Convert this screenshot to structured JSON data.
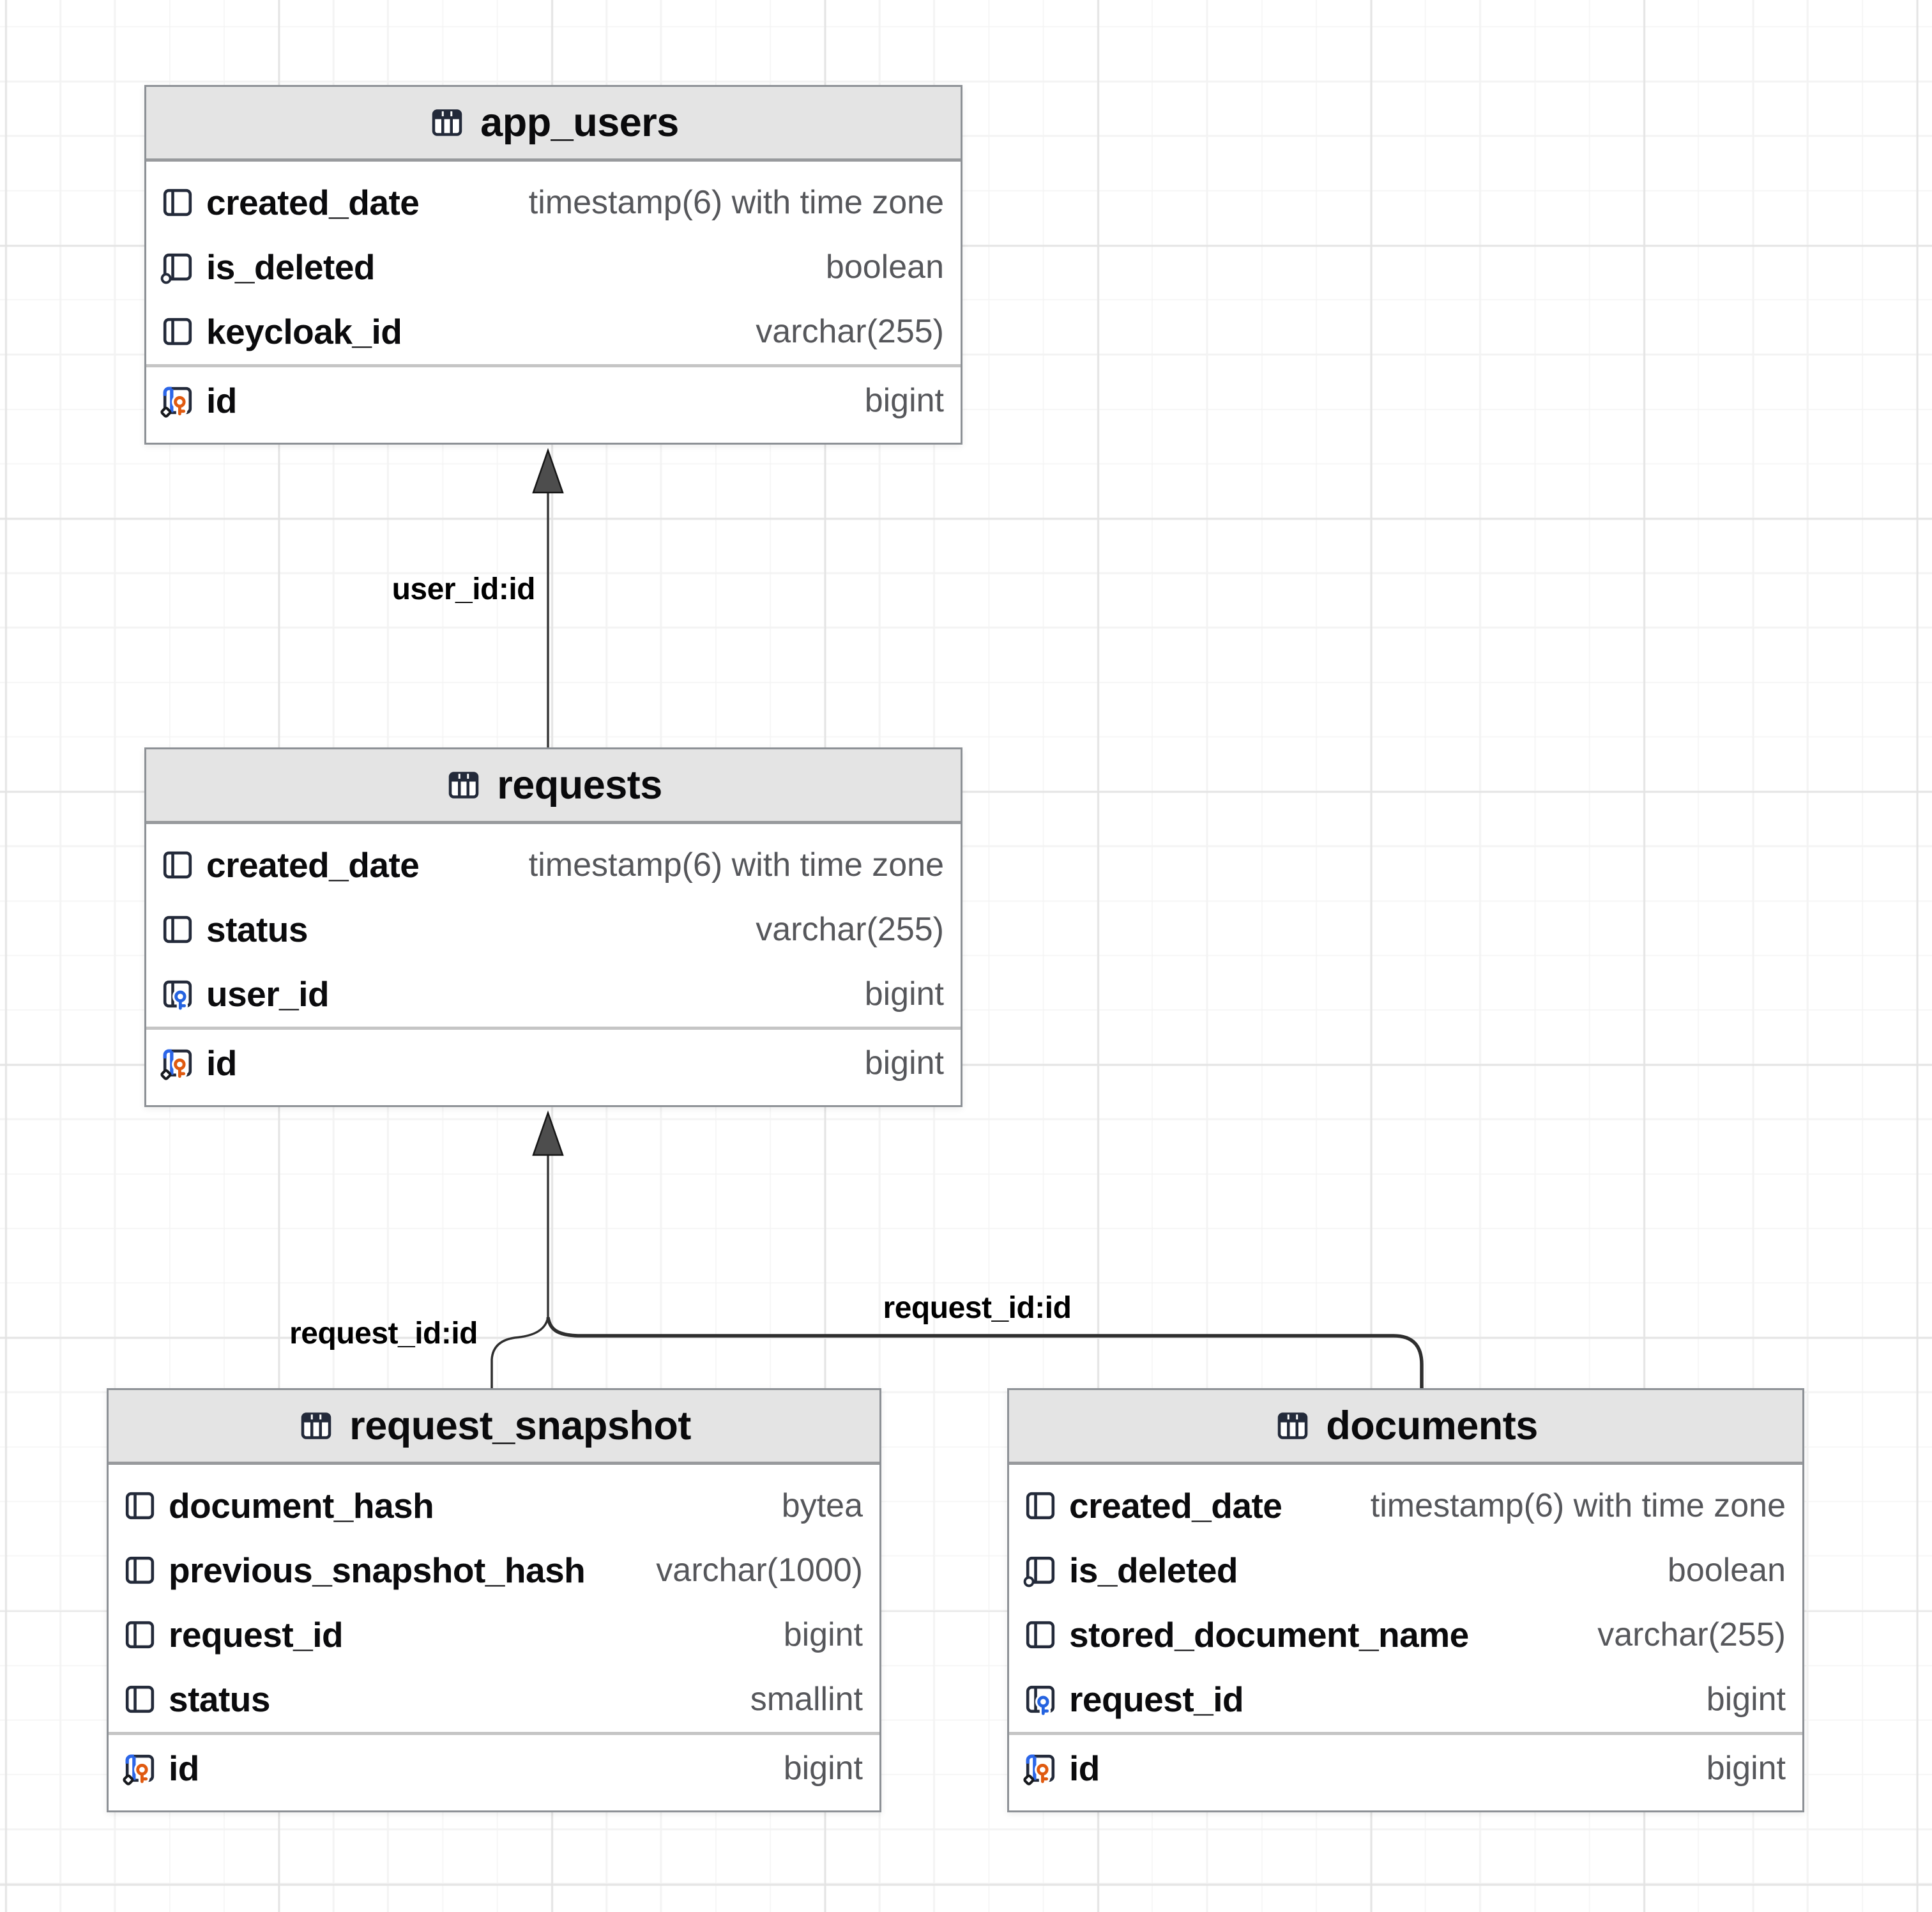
{
  "canvas": {
    "background": "#ffffff",
    "grid_minor_color": "#f3f3f3",
    "grid_major_color": "#e4e4e4",
    "table_header_bg": "#e4e4e4",
    "table_border_color": "#8d9196",
    "primary_key_color": "#e05a10",
    "foreign_key_color": "#2563e0",
    "line_color": "#3c3c3c"
  },
  "tables": [
    {
      "title": "app_users",
      "columns": [
        {
          "name": "created_date",
          "type": "timestamp(6) with time zone",
          "icon": "column"
        },
        {
          "name": "is_deleted",
          "type": "boolean",
          "icon": "column-nullable"
        },
        {
          "name": "keycloak_id",
          "type": "varchar(255)",
          "icon": "column"
        }
      ],
      "key_columns": [
        {
          "name": "id",
          "type": "bigint",
          "icon": "primary-key"
        }
      ]
    },
    {
      "title": "requests",
      "columns": [
        {
          "name": "created_date",
          "type": "timestamp(6) with time zone",
          "icon": "column"
        },
        {
          "name": "status",
          "type": "varchar(255)",
          "icon": "column"
        },
        {
          "name": "user_id",
          "type": "bigint",
          "icon": "foreign-key"
        }
      ],
      "key_columns": [
        {
          "name": "id",
          "type": "bigint",
          "icon": "primary-key"
        }
      ]
    },
    {
      "title": "request_snapshot",
      "columns": [
        {
          "name": "document_hash",
          "type": "bytea",
          "icon": "column"
        },
        {
          "name": "previous_snapshot_hash",
          "type": "varchar(1000)",
          "icon": "column"
        },
        {
          "name": "request_id",
          "type": "bigint",
          "icon": "column"
        },
        {
          "name": "status",
          "type": "smallint",
          "icon": "column"
        }
      ],
      "key_columns": [
        {
          "name": "id",
          "type": "bigint",
          "icon": "primary-key"
        }
      ]
    },
    {
      "title": "documents",
      "columns": [
        {
          "name": "created_date",
          "type": "timestamp(6) with time zone",
          "icon": "column"
        },
        {
          "name": "is_deleted",
          "type": "boolean",
          "icon": "column-nullable"
        },
        {
          "name": "stored_document_name",
          "type": "varchar(255)",
          "icon": "column"
        },
        {
          "name": "request_id",
          "type": "bigint",
          "icon": "foreign-key"
        }
      ],
      "key_columns": [
        {
          "name": "id",
          "type": "bigint",
          "icon": "primary-key"
        }
      ]
    }
  ],
  "relationships": [
    {
      "label": "user_id:id",
      "from": "requests",
      "to": "app_users"
    },
    {
      "label": "request_id:id",
      "from": "request_snapshot",
      "to": "requests"
    },
    {
      "label": "request_id:id",
      "from": "documents",
      "to": "requests"
    }
  ]
}
